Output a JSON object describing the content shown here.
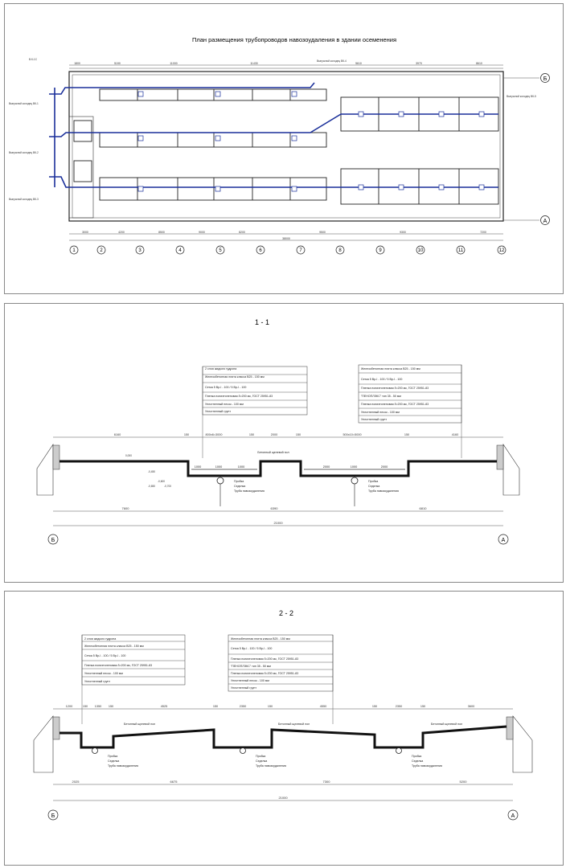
{
  "plan": {
    "title": "План размещения трубопроводов навозоудаления в здании осеменения",
    "axes_cols": [
      "1",
      "2",
      "3",
      "4",
      "5",
      "6",
      "7",
      "8",
      "9",
      "10",
      "11",
      "12"
    ],
    "axes_rows": [
      "Б",
      "А"
    ],
    "dims_top": [
      "1800",
      "5190",
      "11000",
      "11430",
      "5610",
      "3970",
      "8610"
    ],
    "dims_bottom": [
      "3000",
      "4200",
      "8500",
      "9000",
      "8200",
      "9500",
      "9300",
      "7200"
    ],
    "total": "38000",
    "well_labels": [
      "Выпускной колодец ВК-1",
      "Выпускной колодец ВК-2",
      "Выпускной колодец ВК-3",
      "Выпускной колодец ВК-4",
      "Выпускной колодец ВК-5"
    ],
    "inlet": "В.К-1С"
  },
  "s1": {
    "title": "1 - 1",
    "layers_left": [
      "2 слоя жидкого гудрона",
      "Железобетонная плита класса B25 - 150 мм",
      "Сетка 5 Вр-I - 100 / 5 Вр-I - 100",
      "Пленка полиэтиленовая δ=200 мк, ГОСТ 25951-83",
      "Уплотненный песок - 100 мм",
      "Уплотненный грунт"
    ],
    "layers_right": [
      "Железобетонная плита класса B25 - 150 мм",
      "Сетка 5 Вр-I - 100 / 5 Вр-I - 100",
      "Пленка полиэтиленовая δ=200 мк, ГОСТ 25951-83",
      "\"ПЕНОПЛЭКС\" тип 35 - 50 мм",
      "Пленка полиэтиленовая δ=200 мк, ГОСТ 25951-83",
      "Уплотненный песок - 100 мм",
      "Уплотненный грунт"
    ],
    "dims_top": [
      "6160",
      "150",
      "800x6=3000",
      "150",
      "2000",
      "150",
      "500x10=5000",
      "150",
      "4160"
    ],
    "dims_mid": [
      "1000",
      "1000",
      "1000",
      "2000",
      "1000",
      "2000"
    ],
    "dims_bottom": [
      "7600",
      "6390",
      "6810"
    ],
    "total": "21000",
    "concrete": "Бетонный щелевой пол",
    "pipe_labels": [
      "Пробка",
      "Седелка",
      "Труба навозоудаления"
    ],
    "marks": [
      "0,000",
      "-0,450",
      "-0,600",
      "-0,650",
      "-0,700"
    ],
    "axes": [
      "Б",
      "А"
    ]
  },
  "s2": {
    "title": "2 - 2",
    "layers_left": [
      "2 слоя жидкого гудрона",
      "Железобетонная плита класса B25 - 150 мм",
      "Сетка 5 Вр-I - 100 / 5 Вр-I - 100",
      "Пленка полиэтиленовая δ=200 мк, ГОСТ 25951-83",
      "Уплотненный песок - 100 мм",
      "Уплотненный грунт"
    ],
    "layers_right": [
      "Железобетонная плита класса B25 - 150 мм",
      "Сетка 5 Вр-I - 100 / 5 Вр-I - 100",
      "Пленка полиэтиленовая δ=200 мк, ГОСТ 25951-83",
      "\"ПЕНОПЛЭКС\" тип 35 - 50 мм",
      "Пленка полиэтиленовая δ=200 мк, ГОСТ 25951-83",
      "Уплотненный песок - 100 мм",
      "Уплотненный грунт"
    ],
    "dims_top": [
      "1200",
      "150",
      "1350",
      "150",
      "4525",
      "150",
      "2350",
      "150",
      "4550",
      "150",
      "2350",
      "150",
      "3600"
    ],
    "dims_bottom": [
      "2025",
      "6675",
      "7300",
      "5200"
    ],
    "total": "21000",
    "concrete": "Бетонный щелевой пол",
    "pipe_labels": [
      "Пробка",
      "Седелка",
      "Труба навозоудаления"
    ],
    "axes": [
      "Б",
      "А"
    ]
  }
}
